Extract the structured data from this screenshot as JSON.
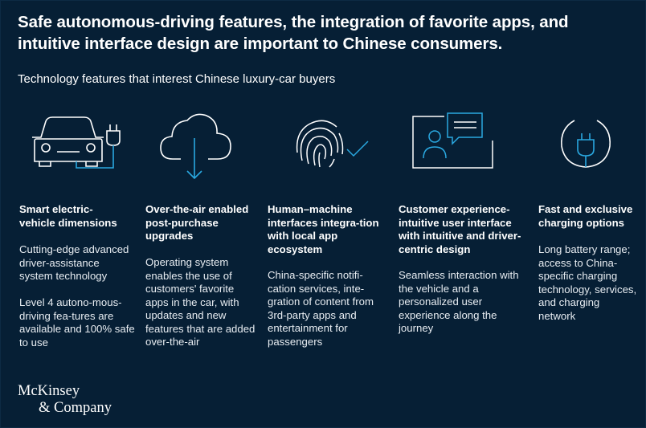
{
  "headline": "Safe autonomous-driving features, the integration of favorite apps, and intuitive interface design are important to Chinese consumers.",
  "subtitle": "Technology features that interest Chinese luxury-car buyers",
  "columns": [
    {
      "icon": "electric-car-plug-icon",
      "title": "Smart electric-\nvehicle dimensions",
      "body": [
        "Cutting-edge advanced driver-assistance system technology",
        "Level 4 autono-mous-driving fea-tures are available and 100% safe to use"
      ]
    },
    {
      "icon": "cloud-download-icon",
      "title": "Over-the-air enabled post-purchase upgrades",
      "body": [
        "Operating system enables the use of customers' favorite apps in the car, with updates and new features that are added over-the-air"
      ]
    },
    {
      "icon": "fingerprint-check-icon",
      "title": "Human–machine interfaces integra-tion with local app ecosystem",
      "body": [
        "China-specific notifi-cation services, inte-gration of content from 3rd-party apps and entertainment for passengers"
      ]
    },
    {
      "icon": "user-chat-card-icon",
      "title": "Customer experience-intuitive user interface with intuitive and driver-centric design",
      "body": [
        "Seamless interaction with the vehicle and a personalized user experience along the journey"
      ]
    },
    {
      "icon": "power-plug-icon",
      "title": "Fast and exclusive charging options",
      "body": [
        "Long battery range; access to China-specific charging technology, services, and charging network"
      ]
    }
  ],
  "logo": {
    "line1": "McKinsey",
    "line2": "& Company"
  },
  "colors": {
    "background": "#061f35",
    "text": "#ffffff",
    "accent": "#2aa8e0"
  }
}
